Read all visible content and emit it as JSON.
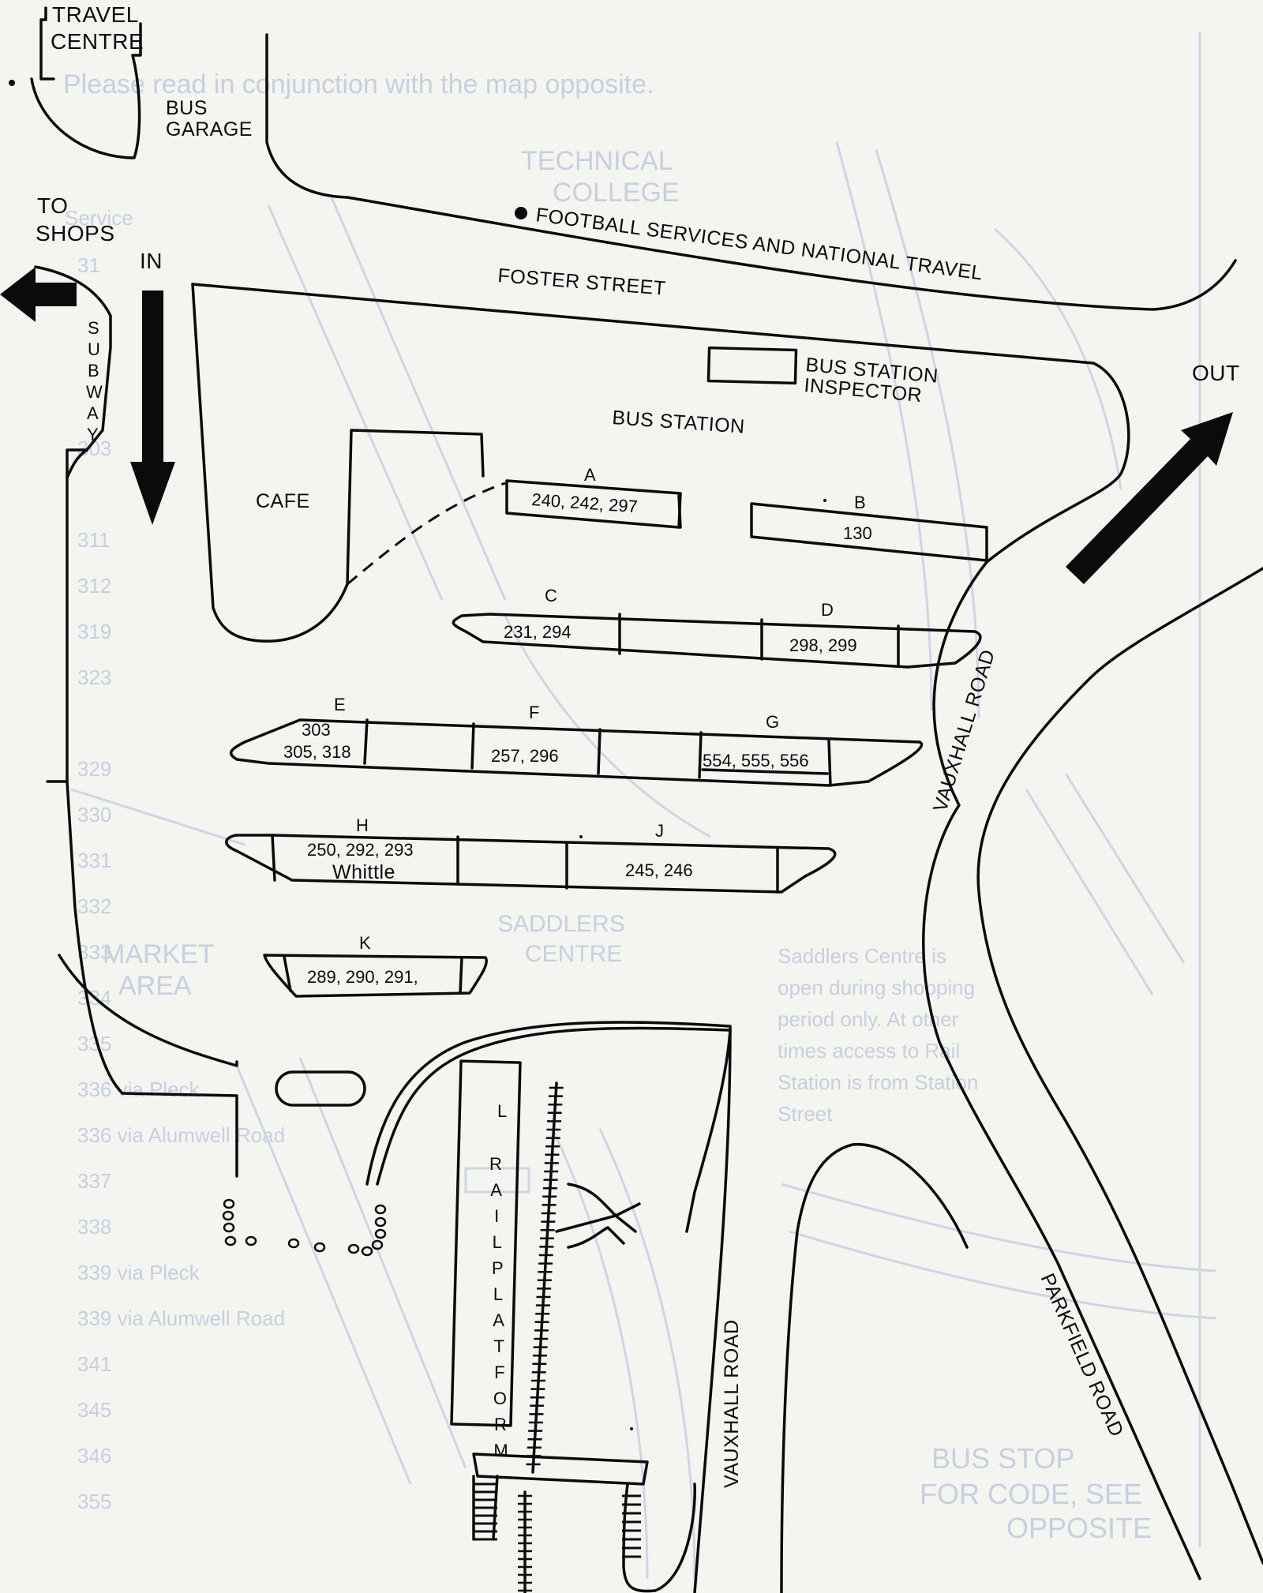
{
  "labels": {
    "travel_centre_1": "TRAVEL",
    "travel_centre_2": "CENTRE",
    "bus_garage_1": "BUS",
    "bus_garage_2": "GARAGE",
    "to_shops_1": "TO",
    "to_shops_2": "SHOPS",
    "in": "IN",
    "out": "OUT",
    "subway": [
      "S",
      "U",
      "B",
      "W",
      "A",
      "Y"
    ],
    "football": "FOOTBALL SERVICES AND NATIONAL TRAVEL",
    "foster_street": "FOSTER STREET",
    "inspector_1": "BUS STATION",
    "inspector_2": "INSPECTOR",
    "bus_station": "BUS STATION",
    "cafe": "CAFE",
    "vauxhall_road_upper": "VAUXHALL ROAD",
    "vauxhall_road_lower": "VAUXHALL ROAD",
    "parkfield_road": "PARKFIELD ROAD",
    "rail_platform_letter": "L",
    "rail_platform": [
      "R",
      "A",
      "I",
      "L",
      "P",
      "L",
      "A",
      "T",
      "F",
      "O",
      "R",
      "M"
    ]
  },
  "stands": {
    "A": {
      "letter": "A",
      "routes": "240, 242, 297"
    },
    "B": {
      "letter": "B",
      "routes": "130"
    },
    "C": {
      "letter": "C",
      "routes": "231, 294"
    },
    "D": {
      "letter": "D",
      "routes": "298, 299"
    },
    "E": {
      "letter": "E",
      "routes_1": "303",
      "routes_2": "305, 318"
    },
    "F": {
      "letter": "F",
      "routes": "257, 296"
    },
    "G": {
      "letter": "G",
      "routes": "554, 555, 556"
    },
    "H": {
      "letter": "H",
      "routes": "250, 292, 293",
      "extra": "Whittle"
    },
    "J": {
      "letter": "J",
      "routes": "245, 246"
    },
    "K": {
      "letter": "K",
      "routes": "289, 290, 291,"
    }
  },
  "background_page": {
    "intro": "Please read in conjunction with the map opposite.",
    "service_header": "Service",
    "services": [
      "31",
      "",
      "",
      "",
      "303",
      "",
      "311",
      "312",
      "319",
      "323",
      "",
      "329",
      "330",
      "331",
      "332",
      "333",
      "334",
      "335",
      "336 via Pleck",
      "336 via Alumwell Road",
      "337",
      "338",
      "339 via Pleck",
      "339 via Alumwell Road",
      "341",
      "345",
      "346",
      "355"
    ],
    "note": [
      "Saddlers Centre is",
      "open during shopping",
      "period only. At other",
      "times access to Rail",
      "Station is from Station",
      "Street"
    ],
    "bus_stop_1": "BUS STOP",
    "bus_stop_2": "FOR CODE, SEE",
    "bus_stop_3": "OPPOSITE",
    "technical_1": "TECHNICAL",
    "technical_2": "COLLEGE",
    "saddlers_1": "SADDLERS",
    "saddlers_2": "CENTRE",
    "market_1": "MARKET",
    "market_2": "AREA"
  }
}
